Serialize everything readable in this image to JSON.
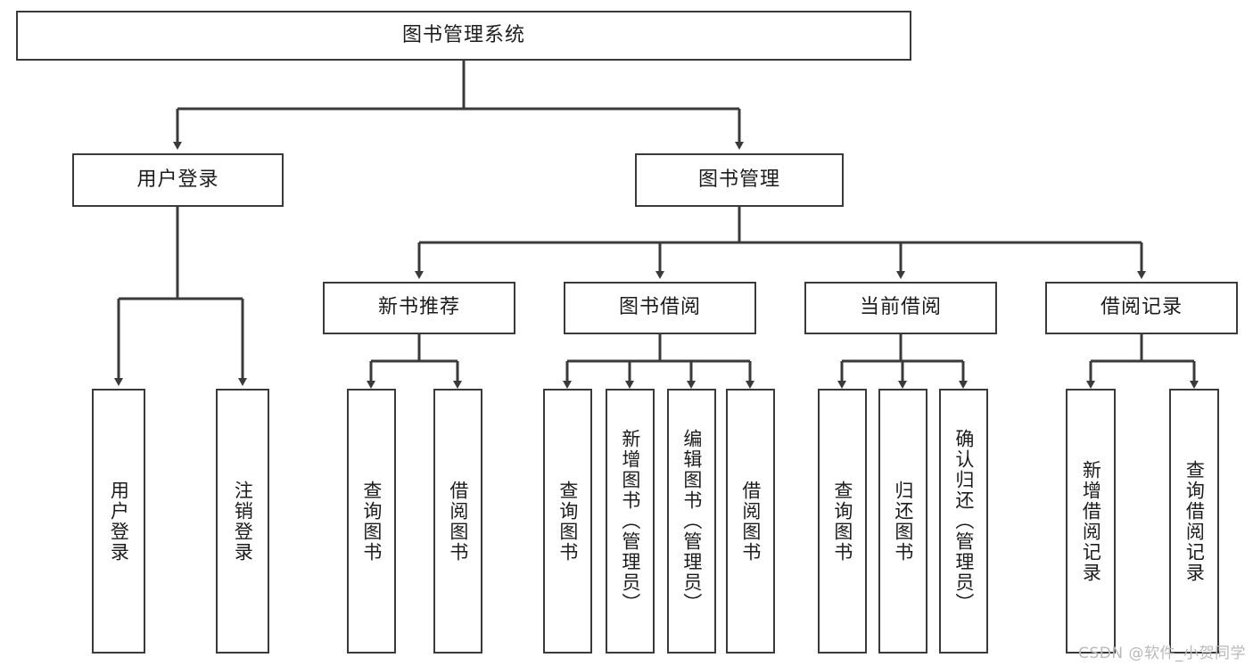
{
  "diagram": {
    "title": "图书管理系统",
    "type": "tree",
    "orientation": "top-down",
    "watermark": "CSDN @软件_小贺同学",
    "colors": {
      "box_border": "#3a3a3a",
      "box_fill": "#ffffff",
      "connector": "#3a3a3a",
      "text": "#1c1c1c",
      "watermark": "#b9b9b9",
      "background": "#ffffff"
    },
    "root": {
      "label": "图书管理系统"
    },
    "level2": [
      {
        "id": "user-login",
        "label": "用户登录"
      },
      {
        "id": "book-manage",
        "label": "图书管理"
      }
    ],
    "level3": [
      {
        "id": "new-book-rec",
        "label": "新书推荐",
        "parent": "book-manage"
      },
      {
        "id": "book-borrow",
        "label": "图书借阅",
        "parent": "book-manage"
      },
      {
        "id": "current-borrow",
        "label": "当前借阅",
        "parent": "book-manage"
      },
      {
        "id": "borrow-record",
        "label": "借阅记录",
        "parent": "book-manage"
      }
    ],
    "leaves": [
      {
        "id": "leaf-user-login",
        "label": "用户登录",
        "parent": "user-login"
      },
      {
        "id": "leaf-user-logout",
        "label": "注销登录",
        "parent": "user-login"
      },
      {
        "id": "leaf-query-book-1",
        "label": "查询图书",
        "parent": "new-book-rec"
      },
      {
        "id": "leaf-borrow-book-1",
        "label": "借阅图书",
        "parent": "new-book-rec"
      },
      {
        "id": "leaf-query-book-2",
        "label": "查询图书",
        "parent": "book-borrow"
      },
      {
        "id": "leaf-add-book",
        "label": "新增图书（管理员）",
        "parent": "book-borrow"
      },
      {
        "id": "leaf-edit-book",
        "label": "编辑图书（管理员）",
        "parent": "book-borrow"
      },
      {
        "id": "leaf-borrow-book-2",
        "label": "借阅图书",
        "parent": "book-borrow"
      },
      {
        "id": "leaf-query-book-3",
        "label": "查询图书",
        "parent": "current-borrow"
      },
      {
        "id": "leaf-return-book",
        "label": "归还图书",
        "parent": "current-borrow"
      },
      {
        "id": "leaf-confirm-return",
        "label": "确认归还（管理员）",
        "parent": "current-borrow"
      },
      {
        "id": "leaf-add-record",
        "label": "新增借阅记录",
        "parent": "borrow-record"
      },
      {
        "id": "leaf-query-record",
        "label": "查询借阅记录",
        "parent": "borrow-record"
      }
    ]
  }
}
